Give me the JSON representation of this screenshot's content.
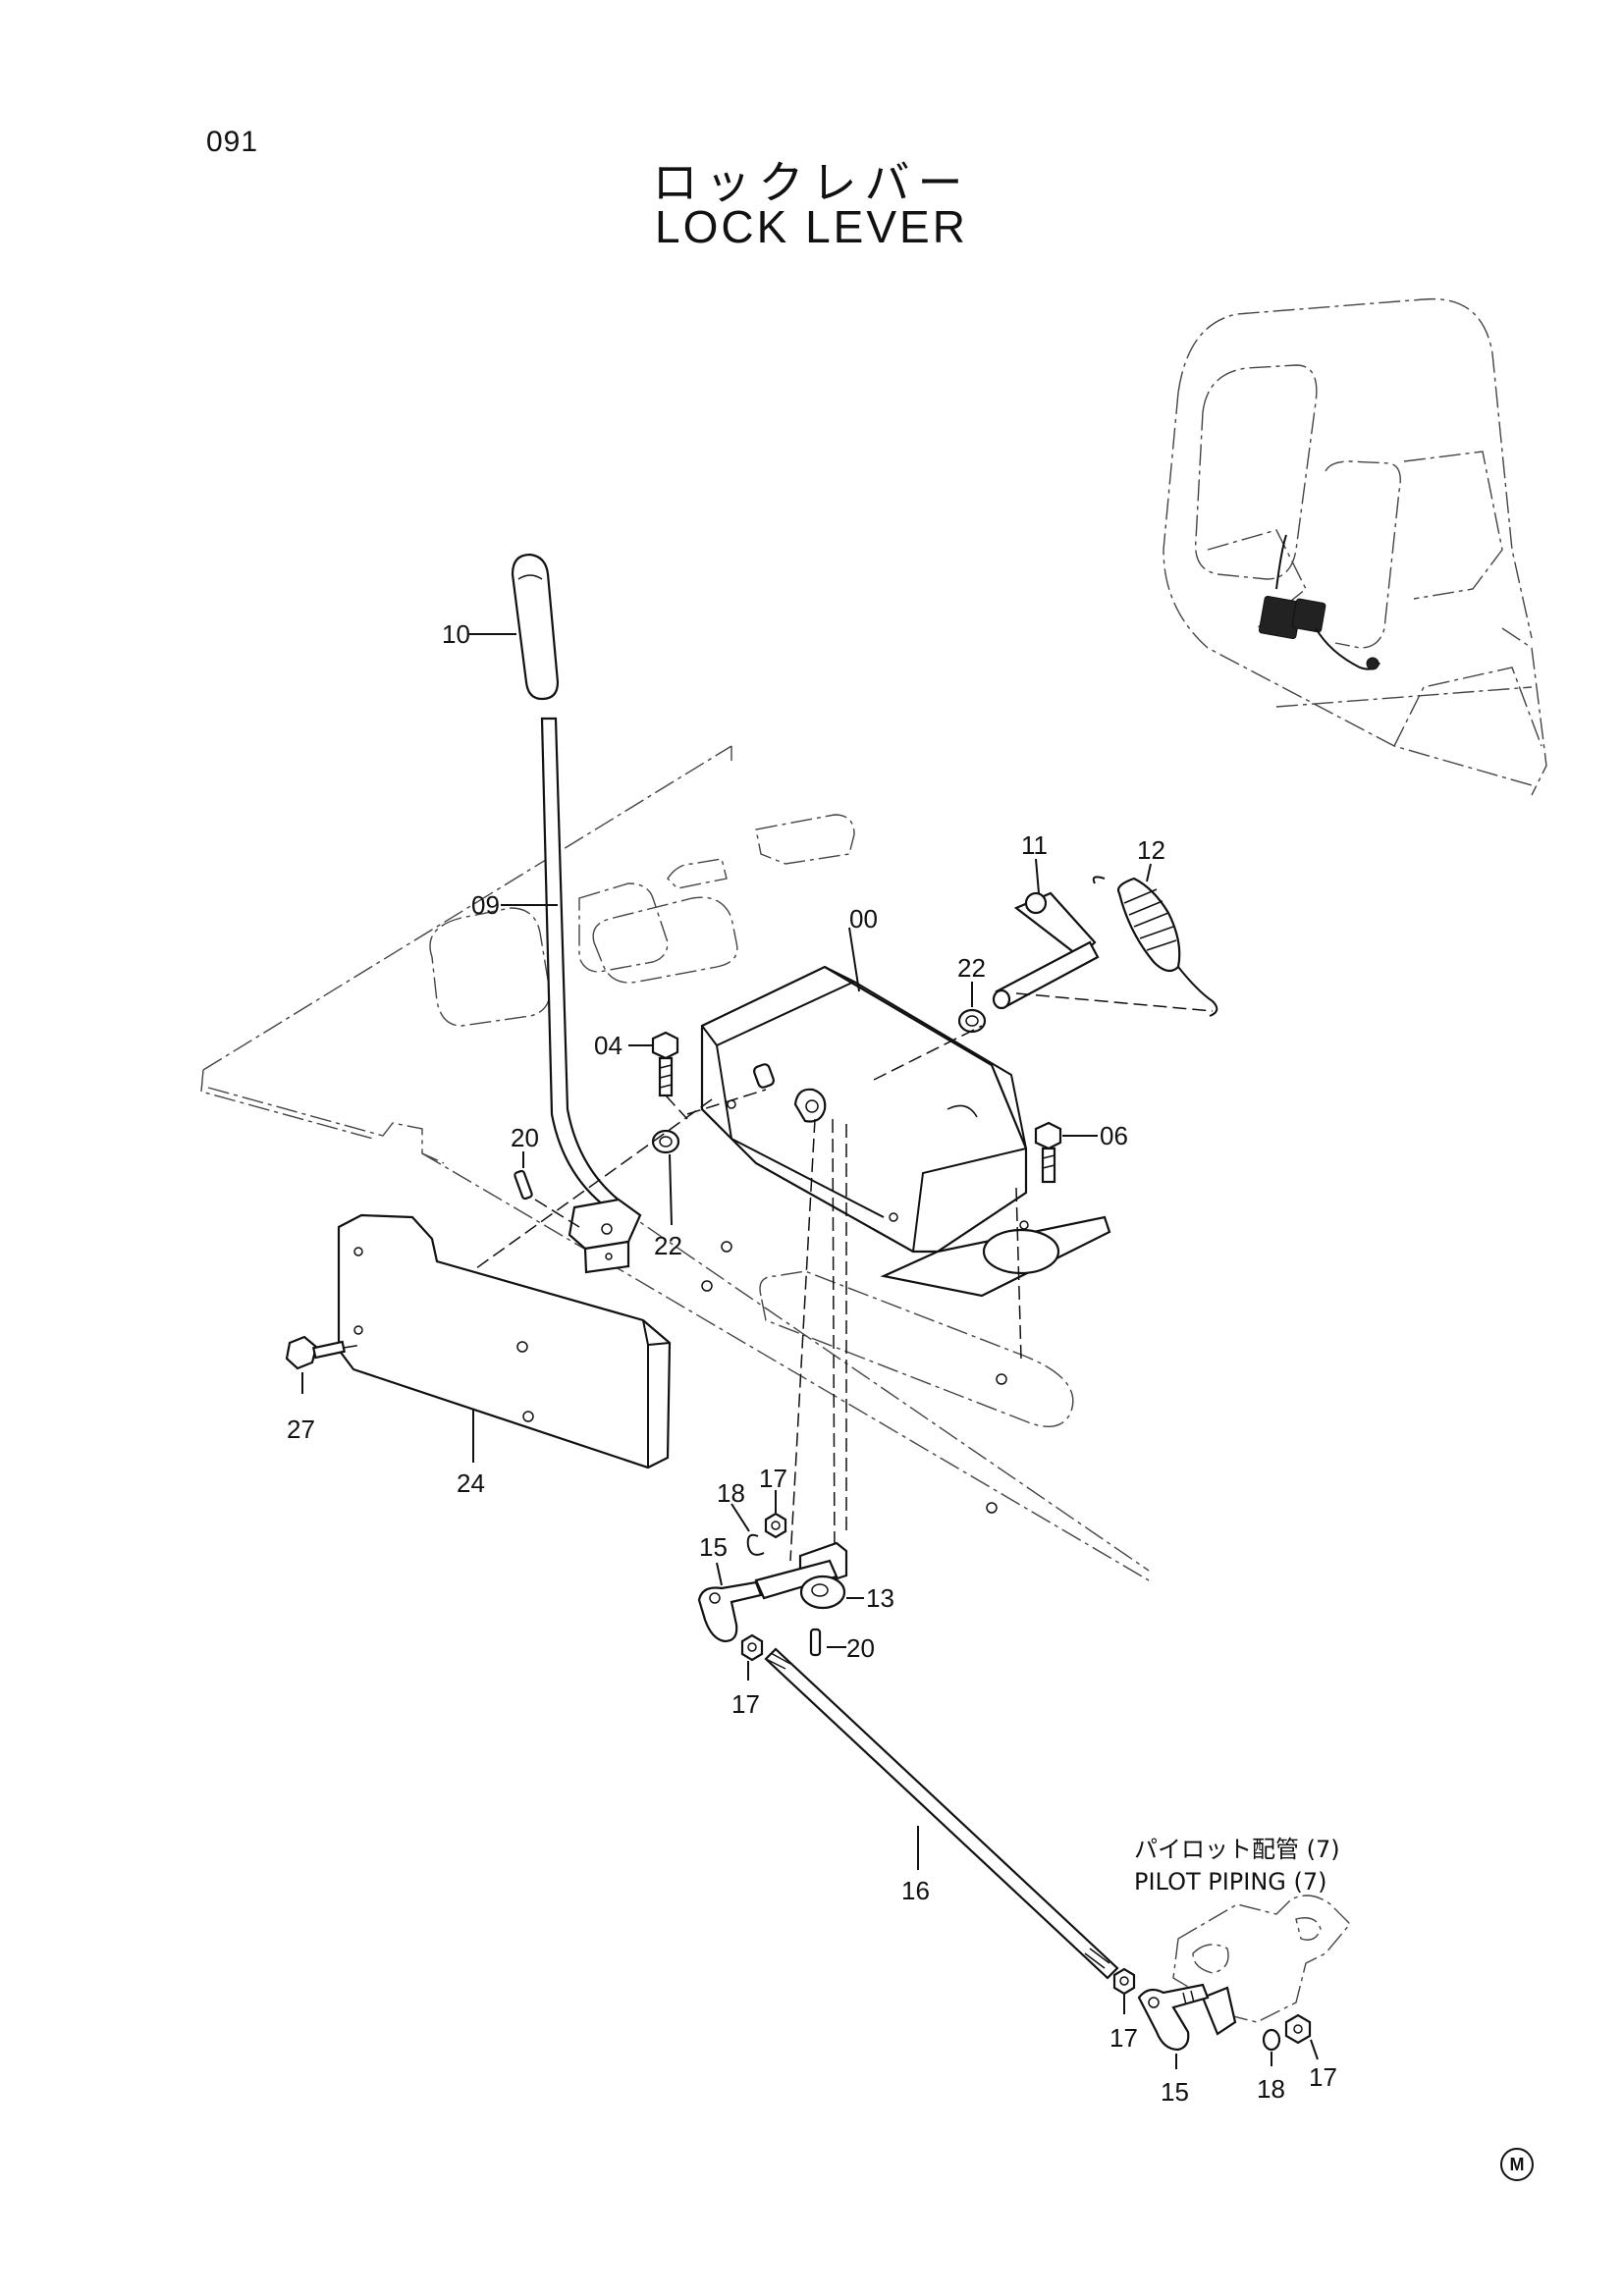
{
  "page_number": "091",
  "title_jp": "ロックレバー",
  "title_en": "LOCK LEVER",
  "callouts": {
    "c00": "00",
    "c04": "04",
    "c06": "06",
    "c09": "09",
    "c10": "10",
    "c11": "11",
    "c12": "12",
    "c13": "13",
    "c15a": "15",
    "c15b": "15",
    "c16": "16",
    "c17a": "17",
    "c17b": "17",
    "c17c": "17",
    "c17d": "17",
    "c18a": "18",
    "c18b": "18",
    "c20a": "20",
    "c20b": "20",
    "c22a": "22",
    "c22b": "22",
    "c24": "24",
    "c27": "27"
  },
  "reference": {
    "jp": "パイロット配管 (7)",
    "en": "PILOT PIPING (7)"
  },
  "mark": "M"
}
